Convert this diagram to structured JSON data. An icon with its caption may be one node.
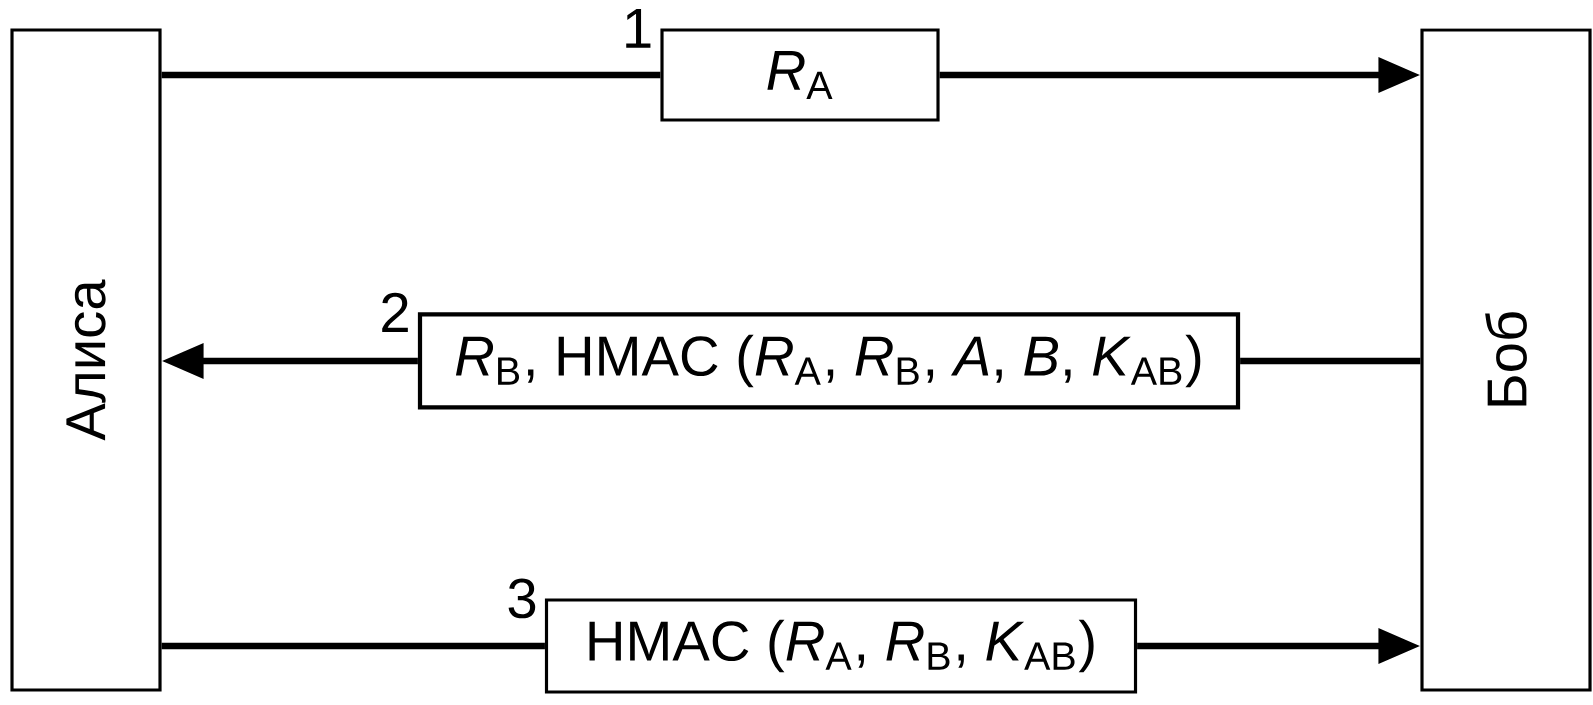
{
  "diagram": {
    "nodes": [
      {
        "text": [
          "Алиса"
        ]
      },
      {
        "text": [
          "Боб"
        ]
      },
      {
        "text": [
          "*R*$_{A}$"
        ],
        "beside": [
          "1"
        ]
      },
      {
        "text": [
          "*R*$_{B}$, HMAC  (*R*$_{A}$, *R*$_{B}$, *A*, *B*, *K*$_{AB}$)"
        ],
        "beside": [
          "2"
        ]
      },
      {
        "text": [
          "HMAC  (*R*$_{A}$, *R*$_{B}$, *K*$_{AB}$)"
        ],
        "beside": [
          "3"
        ]
      }
    ],
    "edges": [
      {
        "from": 0,
        "to": 2,
        "arrow": "none"
      },
      {
        "from": 2,
        "to": 1,
        "arrow": "to"
      },
      {
        "from": 1,
        "to": 3,
        "arrow": "none"
      },
      {
        "from": 3,
        "to": 0,
        "arrow": "to"
      },
      {
        "from": 0,
        "to": 4,
        "arrow": "none"
      },
      {
        "from": 4,
        "to": 1,
        "arrow": "to"
      }
    ]
  }
}
